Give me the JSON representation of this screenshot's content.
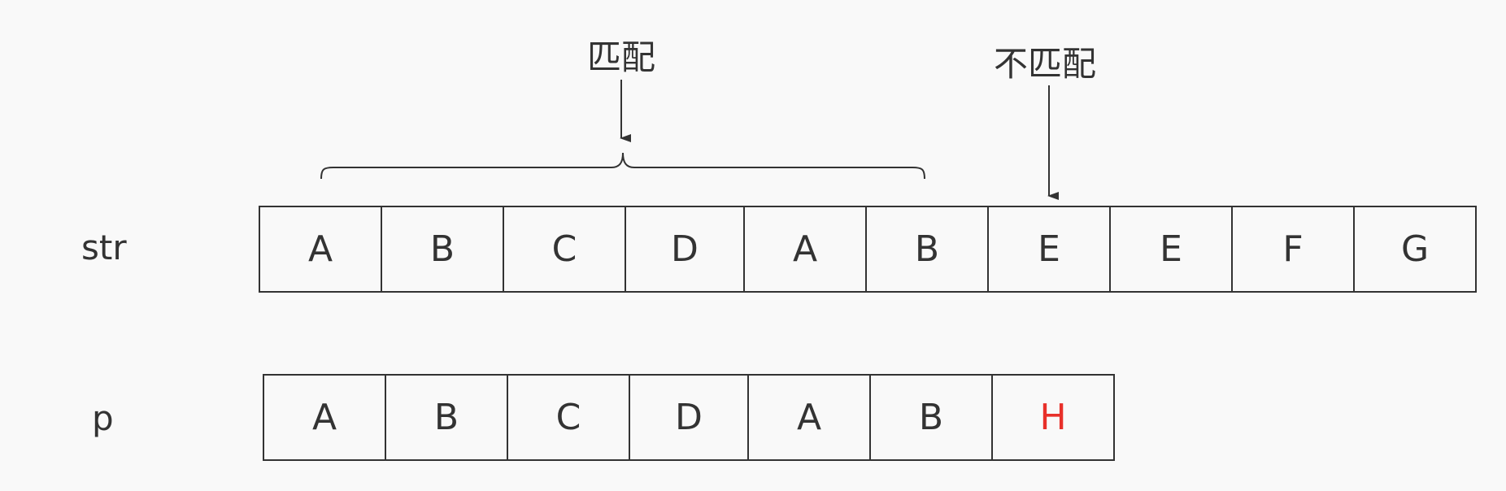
{
  "labels": {
    "str": "str",
    "p": "p"
  },
  "annotations": {
    "match": "匹配",
    "mismatch": "不匹配"
  },
  "str_cells": [
    "A",
    "B",
    "C",
    "D",
    "A",
    "B",
    "E",
    "E",
    "F",
    "G"
  ],
  "p_cells": [
    "A",
    "B",
    "C",
    "D",
    "A",
    "B",
    "H"
  ],
  "mismatch_index": 6,
  "colors": {
    "line": "#333333",
    "mismatch": "#e8302a",
    "background": "#f9f9f9"
  }
}
